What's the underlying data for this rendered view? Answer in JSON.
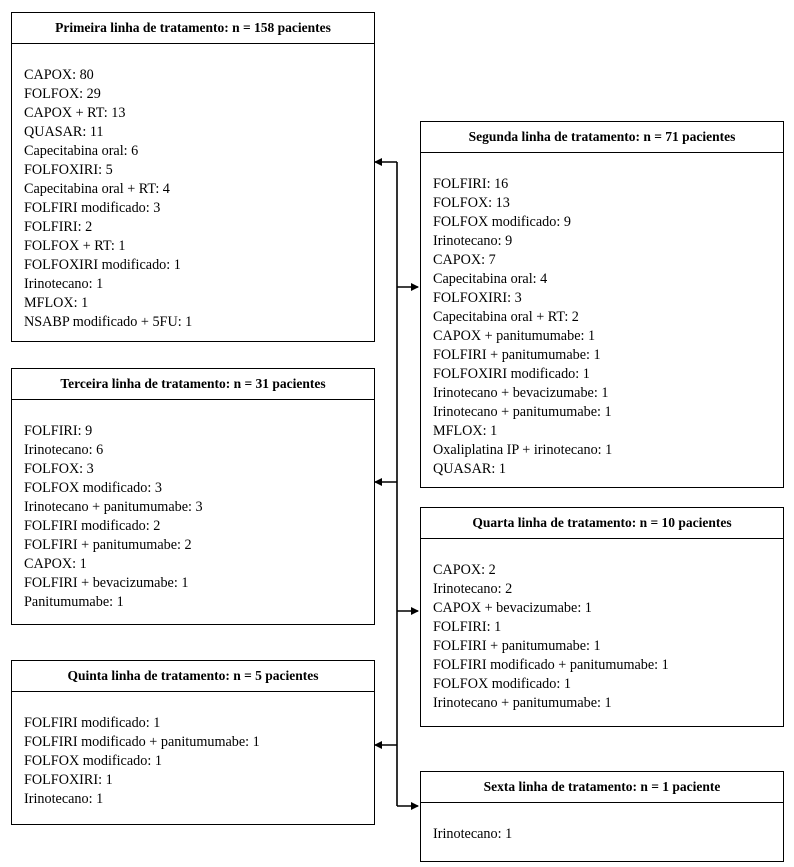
{
  "boxes": {
    "primeira": {
      "title": "Primeira linha de tratamento: n = 158 pacientes",
      "items": [
        "CAPOX: 80",
        "FOLFOX: 29",
        "CAPOX + RT: 13",
        "QUASAR: 11",
        "Capecitabina oral: 6",
        "FOLFOXIRI: 5",
        "Capecitabina oral + RT: 4",
        "FOLFIRI modificado: 3",
        "FOLFIRI: 2",
        "FOLFOX + RT: 1",
        "FOLFOXIRI modificado: 1",
        "Irinotecano: 1",
        "MFLOX: 1",
        "NSABP modificado + 5FU: 1"
      ]
    },
    "segunda": {
      "title": "Segunda linha de tratamento: n = 71 pacientes",
      "items": [
        "FOLFIRI: 16",
        "FOLFOX: 13",
        "FOLFOX modificado: 9",
        "Irinotecano: 9",
        "CAPOX: 7",
        "Capecitabina oral: 4",
        "FOLFOXIRI: 3",
        "Capecitabina oral + RT: 2",
        "CAPOX + panitumumabe: 1",
        "FOLFIRI + panitumumabe: 1",
        "FOLFOXIRI modificado: 1",
        "Irinotecano + bevacizumabe: 1",
        "Irinotecano + panitumumabe: 1",
        "MFLOX: 1",
        "Oxaliplatina IP + irinotecano: 1",
        "QUASAR: 1"
      ]
    },
    "terceira": {
      "title": "Terceira linha de tratamento: n = 31 pacientes",
      "items": [
        "FOLFIRI: 9",
        "Irinotecano: 6",
        "FOLFOX: 3",
        "FOLFOX modificado: 3",
        "Irinotecano + panitumumabe: 3",
        "FOLFIRI modificado: 2",
        "FOLFIRI + panitumumabe: 2",
        "CAPOX: 1",
        "FOLFIRI + bevacizumabe: 1",
        "Panitumumabe: 1"
      ]
    },
    "quarta": {
      "title": "Quarta linha de tratamento: n = 10 pacientes",
      "items": [
        "CAPOX: 2",
        "Irinotecano: 2",
        "CAPOX + bevacizumabe: 1",
        "FOLFIRI: 1",
        "FOLFIRI + panitumumabe: 1",
        "FOLFIRI modificado + panitumumabe: 1",
        "FOLFOX modificado: 1",
        "Irinotecano + panitumumabe: 1"
      ]
    },
    "quinta": {
      "title": "Quinta linha de tratamento: n = 5 pacientes",
      "items": [
        "FOLFIRI modificado: 1",
        "FOLFIRI modificado + panitumumabe: 1",
        "FOLFOX modificado: 1",
        "FOLFOXIRI: 1",
        "Irinotecano: 1"
      ]
    },
    "sexta": {
      "title": "Sexta linha de tratamento: n = 1 paciente",
      "items": [
        "Irinotecano: 1"
      ]
    }
  }
}
